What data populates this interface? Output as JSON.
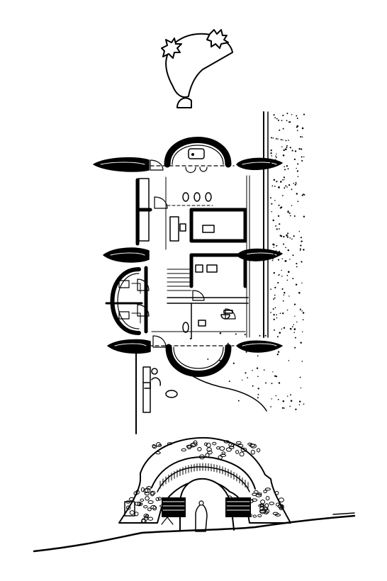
{
  "drawing": {
    "ink_color": "#000000",
    "paper_color": "#ffffff",
    "views": [
      "north-arrow",
      "floor-plan",
      "section"
    ]
  }
}
